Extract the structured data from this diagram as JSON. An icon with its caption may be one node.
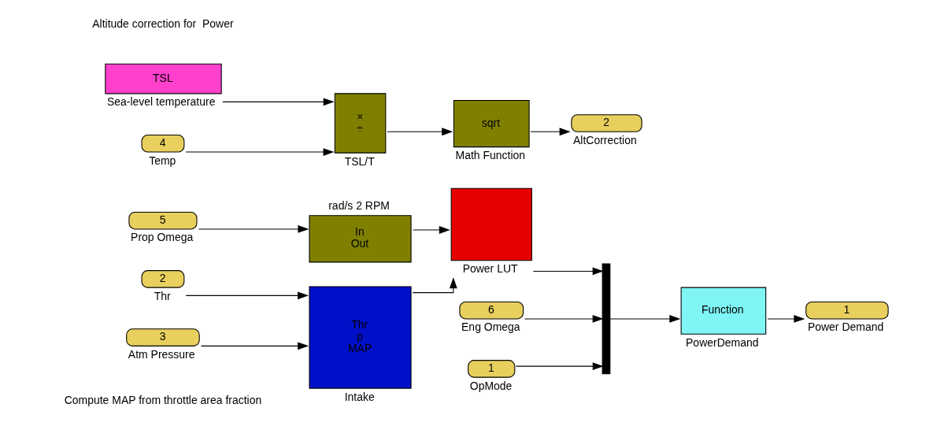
{
  "diagram": {
    "nodes": [
      {
        "text": [
          "5"
        ],
        "beside": [
          "Prop Omega"
        ]
      },
      {
        "text": [
          "rad/s 2 RPM",
          "In",
          "Out"
        ]
      },
      {
        "text": [
          "Power LUT"
        ]
      },
      {
        "text": [
          "6"
        ],
        "beside": [
          "Eng Omega"
        ]
      },
      {
        "text": [],
        "shape": "bar"
      },
      {
        "text": [
          "Function",
          "PowerDemand"
        ]
      },
      {
        "text": [
          "1"
        ],
        "beside": [
          "Power Demand"
        ]
      },
      {
        "text": [
          "2"
        ],
        "beside": [
          "Thr"
        ]
      },
      {
        "text": [
          "3"
        ],
        "beside": [
          "Atm Pressure"
        ]
      },
      {
        "text": [
          "Thr",
          "p",
          "MAP",
          "Intake"
        ]
      },
      {
        "text": [
          "1"
        ],
        "beside": [
          "OpMode"
        ]
      },
      {
        "text": [
          "TSL"
        ],
        "beside": [
          "Sea-level temperature"
        ]
      },
      {
        "text": [
          "4"
        ],
        "beside": [
          "Temp"
        ]
      },
      {
        "text": [
          "×",
          "÷",
          "TSL/T"
        ]
      },
      {
        "text": [
          "sqrt",
          "Math Function"
        ]
      },
      {
        "text": [
          "2"
        ],
        "beside": [
          "AltCorrection"
        ]
      }
    ],
    "edges": [
      {
        "from": 0,
        "to": 1,
        "arrow": "to"
      },
      {
        "from": 1,
        "to": 2,
        "arrow": "to"
      },
      {
        "from": 9,
        "to": 2,
        "arrow": "to"
      },
      {
        "from": 7,
        "to": 9,
        "arrow": "to"
      },
      {
        "from": 8,
        "to": 9,
        "arrow": "to"
      },
      {
        "from": 3,
        "to": 4,
        "arrow": "to"
      },
      {
        "from": 2,
        "to": 4,
        "arrow": "to"
      },
      {
        "from": 10,
        "to": 4,
        "arrow": "to"
      },
      {
        "from": 4,
        "to": 5,
        "arrow": "to"
      },
      {
        "from": 5,
        "to": 6,
        "arrow": "to"
      },
      {
        "from": 11,
        "to": 13,
        "arrow": "to"
      },
      {
        "from": 12,
        "to": 13,
        "arrow": "to"
      },
      {
        "from": 13,
        "to": 14,
        "arrow": "to"
      },
      {
        "from": 14,
        "to": 15,
        "arrow": "to"
      }
    ],
    "labels": [
      "Compute MAP from throttle area fraction",
      "Altitude correction for  Power"
    ]
  }
}
